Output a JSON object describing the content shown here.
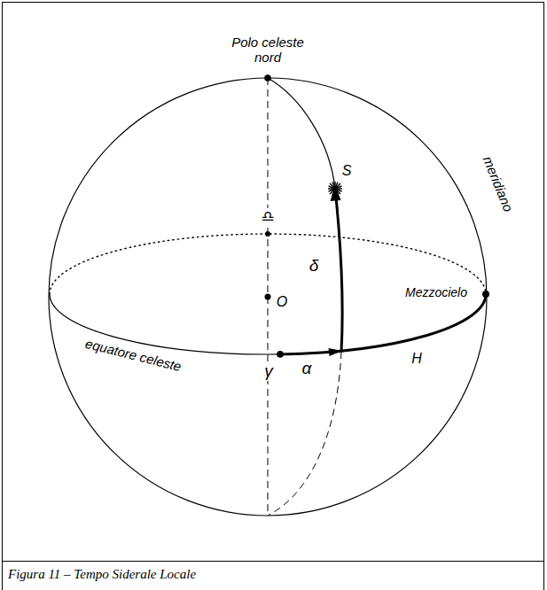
{
  "diagram": {
    "caption": "Figura 11 – Tempo Siderale Locale",
    "labels": [
      "Polo celeste nord",
      "meridiano",
      "S",
      "♎",
      "δ",
      "O",
      "Mezzocielo",
      "equatore celeste",
      "γ",
      "α",
      "H"
    ]
  }
}
